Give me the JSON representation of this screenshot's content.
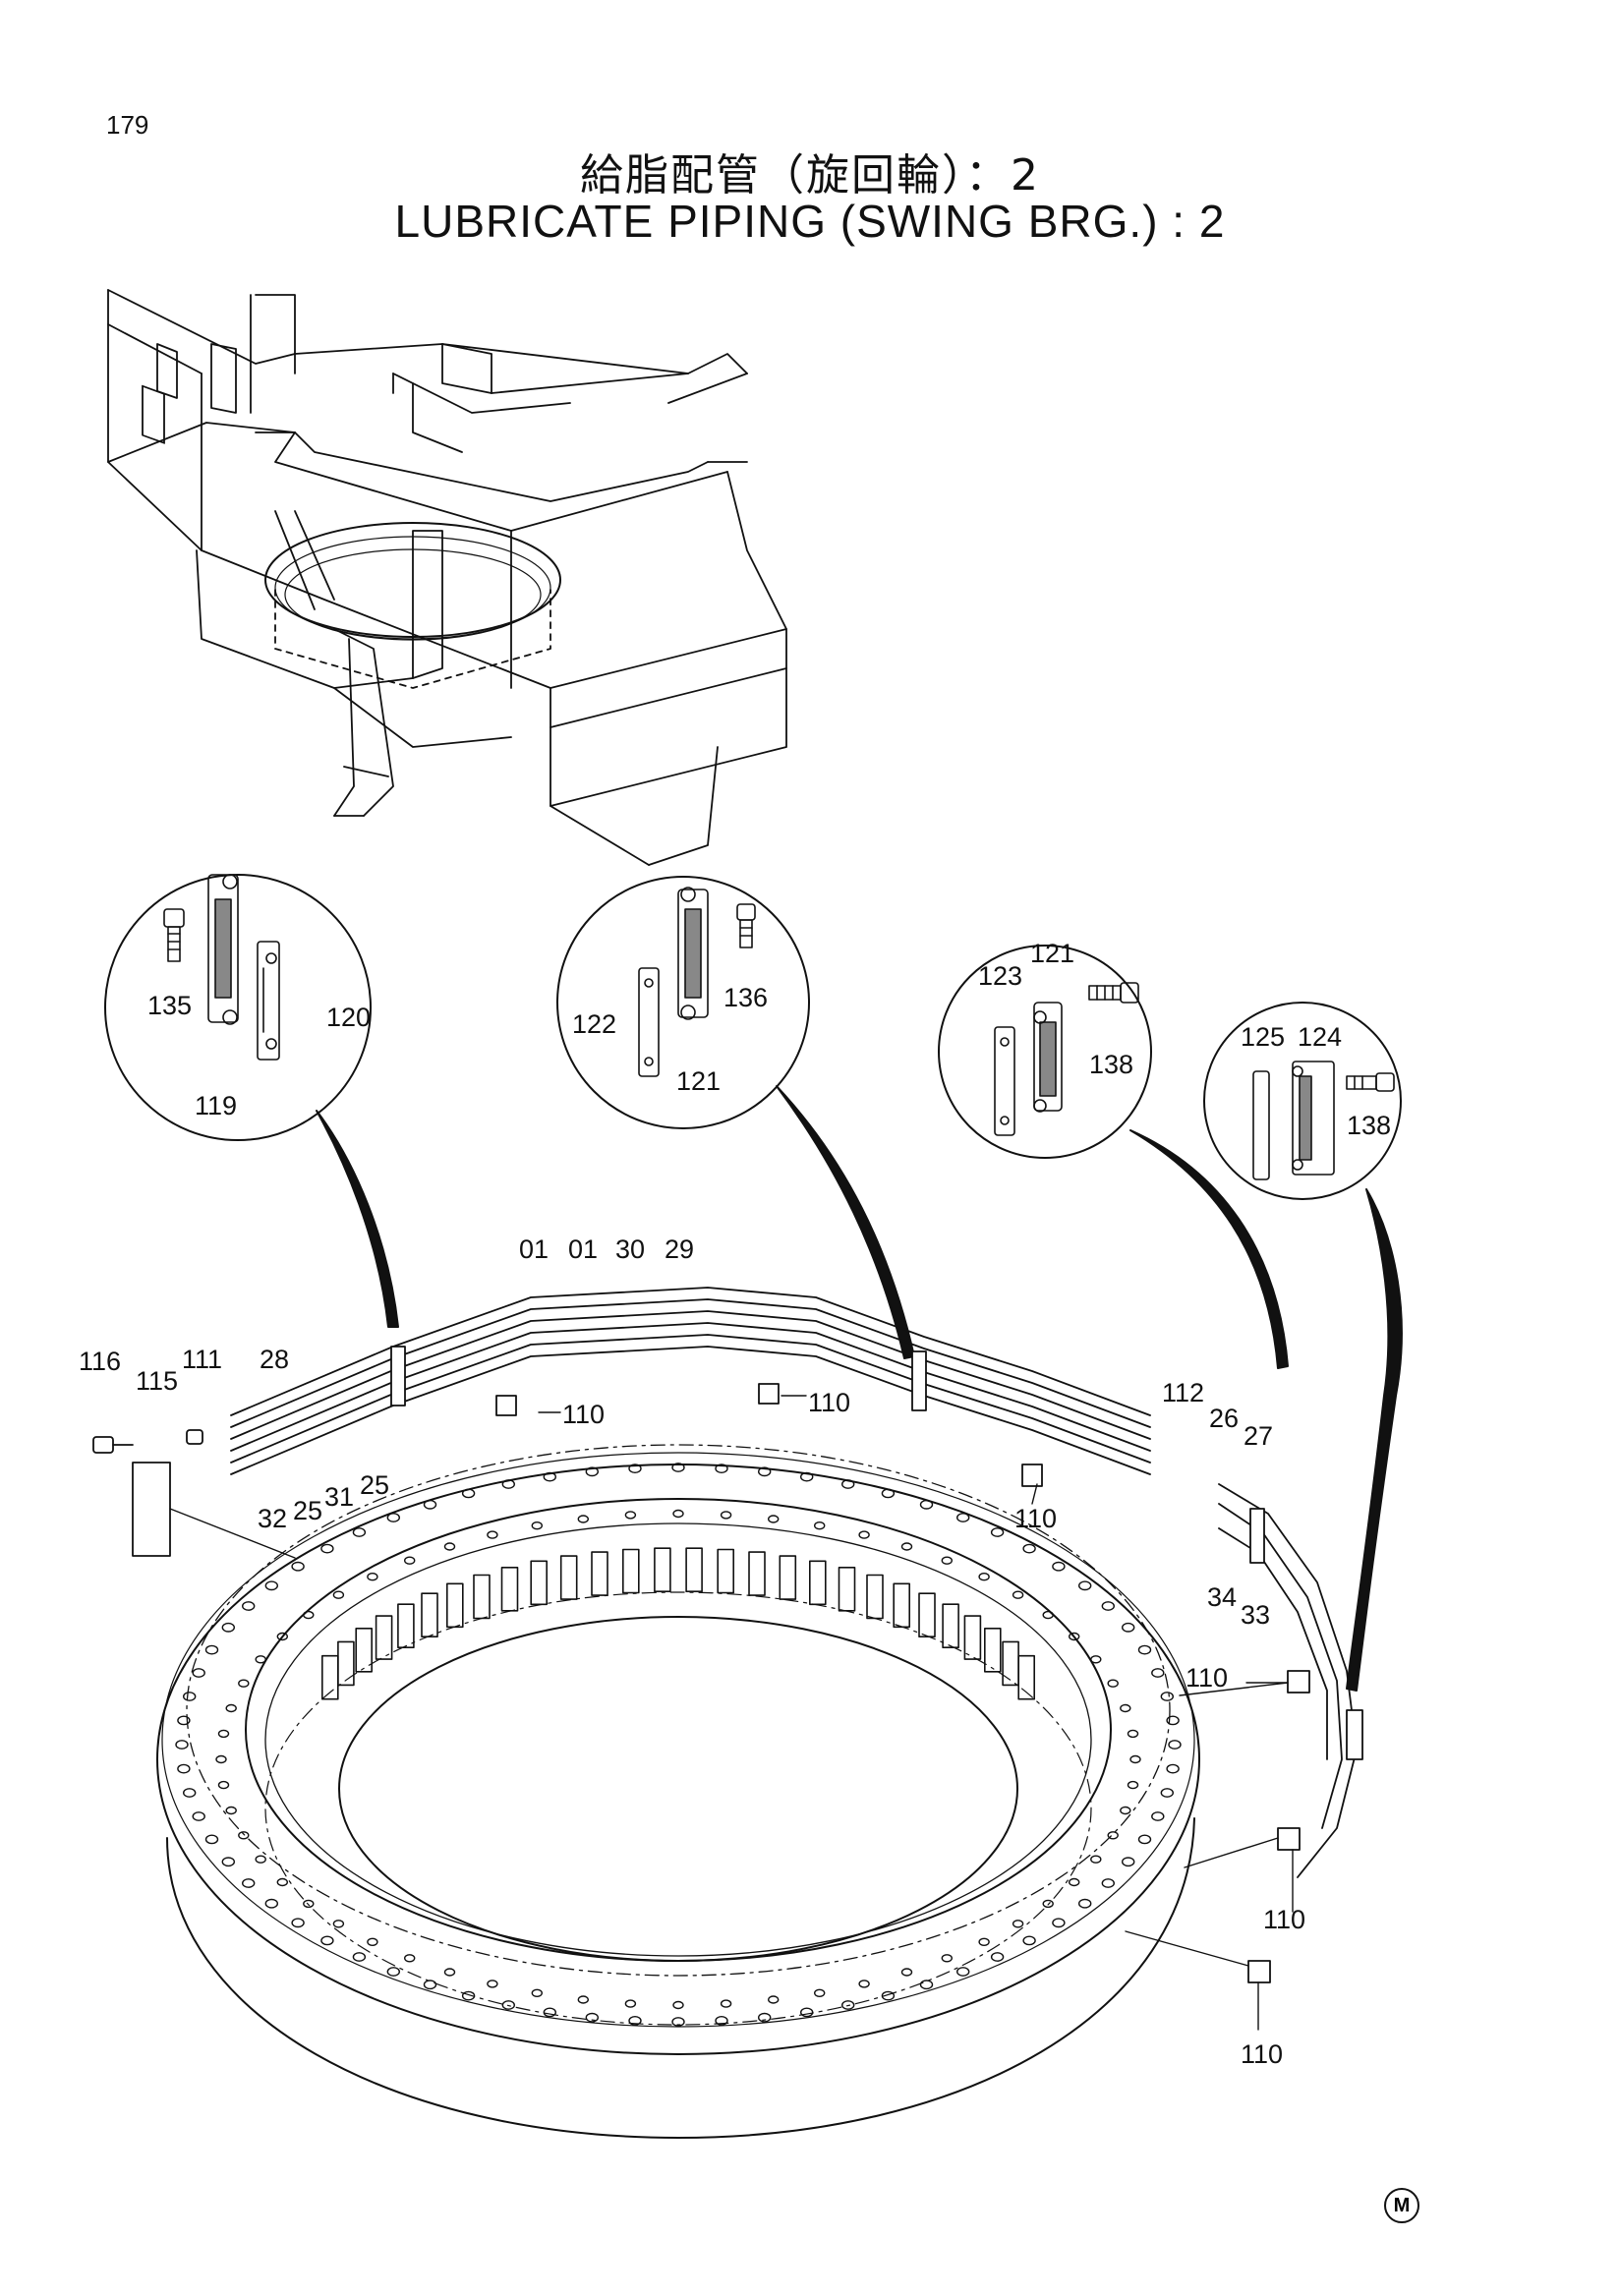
{
  "page": {
    "number": "179",
    "title_jp": "給脂配管（旋回輪）：2",
    "title_en": "LUBRICATE PIPING (SWING BRG.) : 2",
    "corner_mark": "M"
  },
  "part_labels": [
    {
      "id": "lbl-135",
      "text": "135"
    },
    {
      "id": "lbl-119",
      "text": "119"
    },
    {
      "id": "lbl-120",
      "text": "120"
    },
    {
      "id": "lbl-122",
      "text": "122"
    },
    {
      "id": "lbl-121a",
      "text": "121"
    },
    {
      "id": "lbl-136",
      "text": "136"
    },
    {
      "id": "lbl-123",
      "text": "123"
    },
    {
      "id": "lbl-121b",
      "text": "121"
    },
    {
      "id": "lbl-138a",
      "text": "138"
    },
    {
      "id": "lbl-125",
      "text": "125"
    },
    {
      "id": "lbl-124",
      "text": "124"
    },
    {
      "id": "lbl-138b",
      "text": "138"
    },
    {
      "id": "lbl-01a",
      "text": "01"
    },
    {
      "id": "lbl-01b",
      "text": "01"
    },
    {
      "id": "lbl-30",
      "text": "30"
    },
    {
      "id": "lbl-29",
      "text": "29"
    },
    {
      "id": "lbl-116",
      "text": "116"
    },
    {
      "id": "lbl-115",
      "text": "115"
    },
    {
      "id": "lbl-111",
      "text": "111"
    },
    {
      "id": "lbl-28",
      "text": "28"
    },
    {
      "id": "lbl-32",
      "text": "32"
    },
    {
      "id": "lbl-25a",
      "text": "25"
    },
    {
      "id": "lbl-31",
      "text": "31"
    },
    {
      "id": "lbl-25b",
      "text": "25"
    },
    {
      "id": "lbl-110a",
      "text": "110"
    },
    {
      "id": "lbl-110b",
      "text": "110"
    },
    {
      "id": "lbl-110c",
      "text": "110"
    },
    {
      "id": "lbl-112",
      "text": "112"
    },
    {
      "id": "lbl-26",
      "text": "26"
    },
    {
      "id": "lbl-27",
      "text": "27"
    },
    {
      "id": "lbl-34",
      "text": "34"
    },
    {
      "id": "lbl-33",
      "text": "33"
    },
    {
      "id": "lbl-110d",
      "text": "110"
    },
    {
      "id": "lbl-110e",
      "text": "110"
    },
    {
      "id": "lbl-110f",
      "text": "110"
    }
  ]
}
